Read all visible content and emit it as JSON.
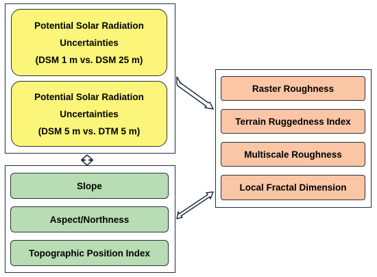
{
  "solar_group": {
    "boxes": [
      {
        "line1": "Potential Solar Radiation",
        "line2": "Uncertainties",
        "line3": "(DSM 1 m vs. DSM 25 m)"
      },
      {
        "line1": "Potential Solar Radiation",
        "line2": "Uncertainties",
        "line3": "(DSM 5 m vs. DTM 5 m)"
      }
    ]
  },
  "terrain_group": {
    "items": [
      "Slope",
      "Aspect/Northness",
      "Topographic Position Index"
    ]
  },
  "roughness_group": {
    "items": [
      "Raster Roughness",
      "Terrain Ruggedness Index",
      "Multiscale Roughness",
      "Local Fractal Dimension"
    ]
  },
  "colors": {
    "yellow_box": "#fbf57a",
    "green_box": "#b8dcb3",
    "orange_box": "#fbc6a5",
    "border": "#1f2d3d",
    "arrow_fill": "#ffffff"
  }
}
